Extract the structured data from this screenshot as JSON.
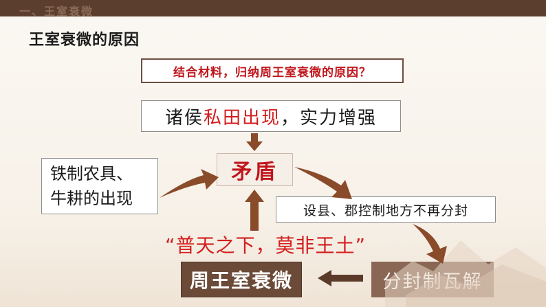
{
  "header": {
    "text": "一、王室衰微"
  },
  "section_title": "王室衰微的原因",
  "question": "结合材料，归纳周王室衰微的原因？",
  "top_box": {
    "part1": "诸侯",
    "part2_red": "私田出现",
    "part3": "，实力增强"
  },
  "core": "矛盾",
  "left_box": {
    "line1": "铁制农具、",
    "line2": "牛耕的出现"
  },
  "right_box": "设县、郡控制地方不再分封",
  "quote": "“普天之下，莫非王土”",
  "bottom_left": "周王室衰微",
  "bottom_right": "分封制瓦解",
  "colors": {
    "accent_red": "#c0161c",
    "brown": "#6b4a38",
    "arrow_brown": "#8a4b2a"
  }
}
